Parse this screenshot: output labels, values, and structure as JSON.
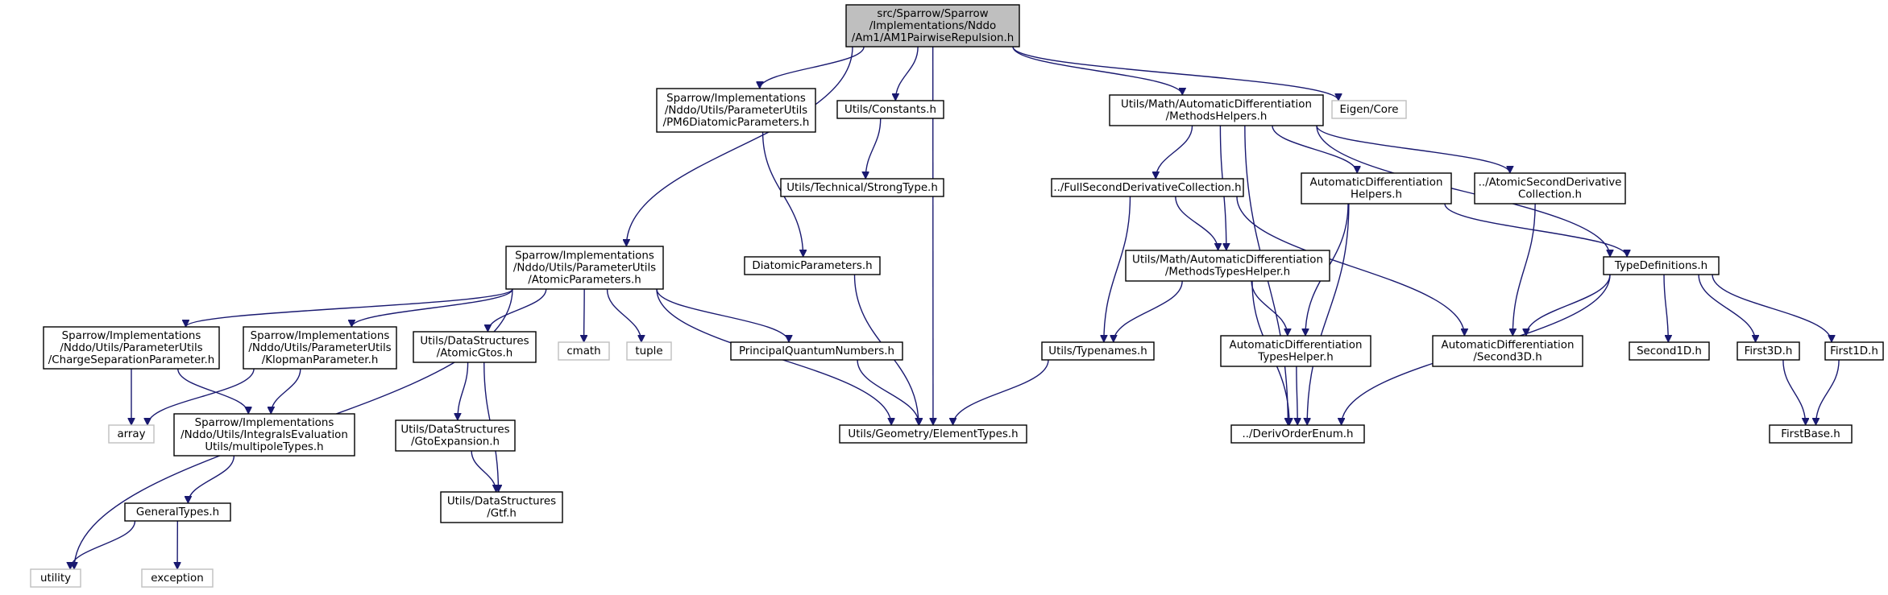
{
  "graph": {
    "title": "",
    "nodes": [
      {
        "id": "root",
        "lines": [
          "src/Sparrow/Sparrow",
          "/Implementations/Nddo",
          "/Am1/AM1PairwiseRepulsion.h"
        ],
        "style": "root"
      },
      {
        "id": "pm6",
        "lines": [
          "Sparrow/Implementations",
          "/Nddo/Utils/ParameterUtils",
          "/PM6DiatomicParameters.h"
        ],
        "style": "normal"
      },
      {
        "id": "constants",
        "lines": [
          "Utils/Constants.h"
        ],
        "style": "normal"
      },
      {
        "id": "methodshelpers",
        "lines": [
          "Utils/Math/AutomaticDifferentiation",
          "/MethodsHelpers.h"
        ],
        "style": "normal"
      },
      {
        "id": "eigen",
        "lines": [
          "Eigen/Core"
        ],
        "style": "external"
      },
      {
        "id": "strongtype",
        "lines": [
          "Utils/Technical/StrongType.h"
        ],
        "style": "normal"
      },
      {
        "id": "fullsecond",
        "lines": [
          "../FullSecondDerivativeCollection.h"
        ],
        "style": "normal"
      },
      {
        "id": "adhelpers",
        "lines": [
          "AutomaticDifferentiation",
          "Helpers.h"
        ],
        "style": "normal"
      },
      {
        "id": "atomicsecond",
        "lines": [
          "../AtomicSecondDerivative",
          "Collection.h"
        ],
        "style": "normal"
      },
      {
        "id": "atomicparams",
        "lines": [
          "Sparrow/Implementations",
          "/Nddo/Utils/ParameterUtils",
          "/AtomicParameters.h"
        ],
        "style": "normal"
      },
      {
        "id": "diatomic",
        "lines": [
          "DiatomicParameters.h"
        ],
        "style": "normal"
      },
      {
        "id": "methodstypes",
        "lines": [
          "Utils/Math/AutomaticDifferentiation",
          "/MethodsTypesHelper.h"
        ],
        "style": "normal"
      },
      {
        "id": "typedefs",
        "lines": [
          "TypeDefinitions.h"
        ],
        "style": "normal"
      },
      {
        "id": "chargesep",
        "lines": [
          "Sparrow/Implementations",
          "/Nddo/Utils/ParameterUtils",
          "/ChargeSeparationParameter.h"
        ],
        "style": "normal"
      },
      {
        "id": "klopman",
        "lines": [
          "Sparrow/Implementations",
          "/Nddo/Utils/ParameterUtils",
          "/KlopmanParameter.h"
        ],
        "style": "normal"
      },
      {
        "id": "atomicgtos",
        "lines": [
          "Utils/DataStructures",
          "/AtomicGtos.h"
        ],
        "style": "normal"
      },
      {
        "id": "cmath",
        "lines": [
          "cmath"
        ],
        "style": "external"
      },
      {
        "id": "tuple",
        "lines": [
          "tuple"
        ],
        "style": "external"
      },
      {
        "id": "pqn",
        "lines": [
          "PrincipalQuantumNumbers.h"
        ],
        "style": "normal"
      },
      {
        "id": "typenames",
        "lines": [
          "Utils/Typenames.h"
        ],
        "style": "normal"
      },
      {
        "id": "adtypes",
        "lines": [
          "AutomaticDifferentiation",
          "TypesHelper.h"
        ],
        "style": "normal"
      },
      {
        "id": "second3d",
        "lines": [
          "AutomaticDifferentiation",
          "/Second3D.h"
        ],
        "style": "normal"
      },
      {
        "id": "second1d",
        "lines": [
          "Second1D.h"
        ],
        "style": "normal"
      },
      {
        "id": "first3d",
        "lines": [
          "First3D.h"
        ],
        "style": "normal"
      },
      {
        "id": "first1d",
        "lines": [
          "First1D.h"
        ],
        "style": "normal"
      },
      {
        "id": "array",
        "lines": [
          "array"
        ],
        "style": "external"
      },
      {
        "id": "multipole",
        "lines": [
          "Sparrow/Implementations",
          "/Nddo/Utils/IntegralsEvaluation",
          "Utils/multipoleTypes.h"
        ],
        "style": "normal"
      },
      {
        "id": "gtoexp",
        "lines": [
          "Utils/DataStructures",
          "/GtoExpansion.h"
        ],
        "style": "normal"
      },
      {
        "id": "elementtypes",
        "lines": [
          "Utils/Geometry/ElementTypes.h"
        ],
        "style": "normal"
      },
      {
        "id": "derivorder",
        "lines": [
          "../DerivOrderEnum.h"
        ],
        "style": "normal"
      },
      {
        "id": "firstbase",
        "lines": [
          "FirstBase.h"
        ],
        "style": "normal"
      },
      {
        "id": "generaltypes",
        "lines": [
          "GeneralTypes.h"
        ],
        "style": "normal"
      },
      {
        "id": "gtf",
        "lines": [
          "Utils/DataStructures",
          "/Gtf.h"
        ],
        "style": "normal"
      },
      {
        "id": "utility",
        "lines": [
          "utility"
        ],
        "style": "external"
      },
      {
        "id": "exception",
        "lines": [
          "exception"
        ],
        "style": "external"
      }
    ],
    "edges": [
      [
        "root",
        "pm6"
      ],
      [
        "root",
        "constants"
      ],
      [
        "root",
        "methodshelpers"
      ],
      [
        "root",
        "eigen"
      ],
      [
        "root",
        "atomicparams"
      ],
      [
        "root",
        "elementtypes"
      ],
      [
        "pm6",
        "diatomic"
      ],
      [
        "constants",
        "strongtype"
      ],
      [
        "methodshelpers",
        "fullsecond"
      ],
      [
        "methodshelpers",
        "adhelpers"
      ],
      [
        "methodshelpers",
        "atomicsecond"
      ],
      [
        "methodshelpers",
        "methodstypes"
      ],
      [
        "methodshelpers",
        "typedefs"
      ],
      [
        "methodshelpers",
        "derivorder"
      ],
      [
        "fullsecond",
        "methodstypes"
      ],
      [
        "fullsecond",
        "typenames"
      ],
      [
        "fullsecond",
        "second3d"
      ],
      [
        "adhelpers",
        "typedefs"
      ],
      [
        "adhelpers",
        "adtypes"
      ],
      [
        "adhelpers",
        "derivorder"
      ],
      [
        "atomicsecond",
        "second3d"
      ],
      [
        "atomicparams",
        "chargesep"
      ],
      [
        "atomicparams",
        "klopman"
      ],
      [
        "atomicparams",
        "atomicgtos"
      ],
      [
        "atomicparams",
        "cmath"
      ],
      [
        "atomicparams",
        "tuple"
      ],
      [
        "atomicparams",
        "pqn"
      ],
      [
        "atomicparams",
        "elementtypes"
      ],
      [
        "atomicparams",
        "utility"
      ],
      [
        "diatomic",
        "elementtypes"
      ],
      [
        "methodstypes",
        "typenames"
      ],
      [
        "methodstypes",
        "adtypes"
      ],
      [
        "methodstypes",
        "derivorder"
      ],
      [
        "typedefs",
        "second3d"
      ],
      [
        "typedefs",
        "second1d"
      ],
      [
        "typedefs",
        "first3d"
      ],
      [
        "typedefs",
        "first1d"
      ],
      [
        "typedefs",
        "derivorder"
      ],
      [
        "chargesep",
        "array"
      ],
      [
        "chargesep",
        "multipole"
      ],
      [
        "klopman",
        "array"
      ],
      [
        "klopman",
        "multipole"
      ],
      [
        "atomicgtos",
        "gtoexp"
      ],
      [
        "atomicgtos",
        "gtf"
      ],
      [
        "pqn",
        "elementtypes"
      ],
      [
        "typenames",
        "elementtypes"
      ],
      [
        "adtypes",
        "derivorder"
      ],
      [
        "first3d",
        "firstbase"
      ],
      [
        "first1d",
        "firstbase"
      ],
      [
        "multipole",
        "generaltypes"
      ],
      [
        "gtoexp",
        "gtf"
      ],
      [
        "generaltypes",
        "utility"
      ],
      [
        "generaltypes",
        "exception"
      ]
    ]
  }
}
